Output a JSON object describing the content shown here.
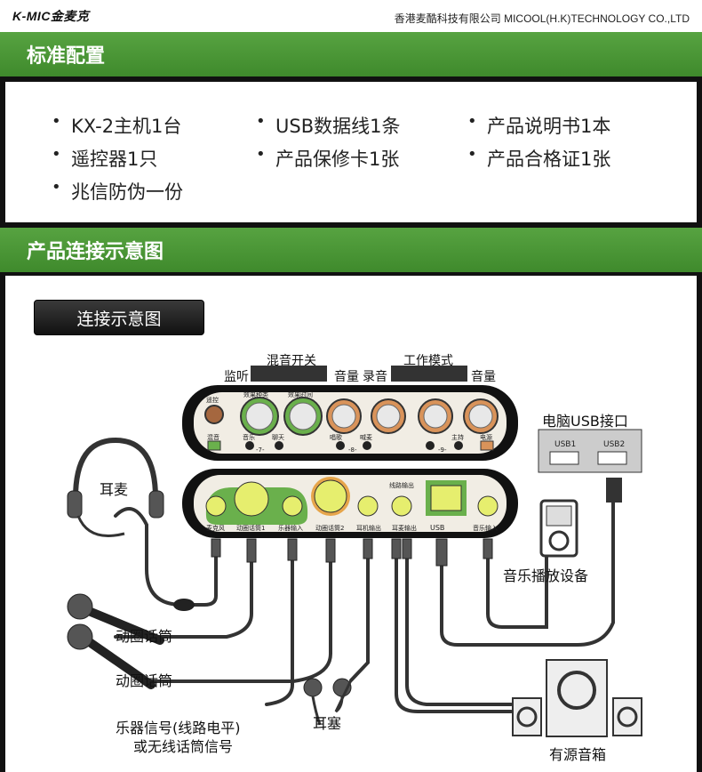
{
  "header": {
    "brand": "K-MIC金麦克",
    "company": "香港麦酷科技有限公司 MICOOL(H.K)TECHNOLOGY CO.,LTD"
  },
  "section1": {
    "title": "标准配置",
    "items": [
      "KX-2主机1台",
      "USB数据线1条",
      "产品说明书1本",
      "遥控器1只",
      "产品保修卡1张",
      "产品合格证1张",
      "兆信防伪一份"
    ]
  },
  "section2": {
    "title": "产品连接示意图",
    "tag": "连接示意图"
  },
  "diagram": {
    "top_labels": {
      "mix_switch": "混音开关",
      "monitor": "监听",
      "volume1": "音量",
      "record": "录音",
      "work_mode": "工作模式",
      "volume2": "音量"
    },
    "panel_top": {
      "remote": "遥控",
      "effect_type": "效果种类",
      "effect_time": "效果时间",
      "mix": "混音",
      "music": "音乐",
      "chat": "聊天",
      "n7": "-7-",
      "sing": "唱歌",
      "shout": "喊麦",
      "n8": "-8-",
      "mc": "主持",
      "n9": "-9-",
      "power": "电源"
    },
    "panel_bottom": {
      "mic": "麦克风",
      "dyn_mic1": "动圈话筒1",
      "inst_in": "乐器输入",
      "dyn_mic2": "动圈话筒2",
      "headphone_out": "耳机输出",
      "earphone_out": "耳麦输出",
      "line_out": "线路输出",
      "usb": "USB",
      "music_in": "音乐输入"
    },
    "pc_usb": {
      "label": "电脑USB接口",
      "port1": "USB1",
      "port2": "USB2"
    },
    "labels": {
      "headset": "耳麦",
      "music_player": "音乐播放设备",
      "dyn_mic_a": "动圈话筒",
      "dyn_mic_b": "动圈话筒",
      "earbuds": "耳塞",
      "instrument_line1": "乐器信号(线路电平)",
      "instrument_line2": "或无线话筒信号",
      "speakers": "有源音箱"
    }
  },
  "colors": {
    "green": "#4a9636",
    "knob_orange": "#d9935a",
    "knob_green": "#6ab04c",
    "jack_yellow": "#e6ee6e"
  }
}
